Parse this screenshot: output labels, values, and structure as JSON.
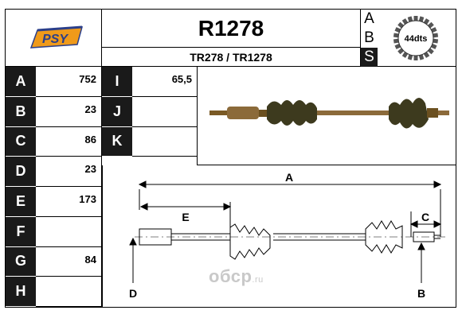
{
  "header": {
    "part_number": "R1278",
    "cross_refs": "TR278 / TR1278",
    "logo_text": "PSY",
    "abs_letters": [
      "A",
      "B",
      "S"
    ],
    "teeth_label": "44dts"
  },
  "specs": {
    "left": [
      {
        "key": "A",
        "value": "752"
      },
      {
        "key": "B",
        "value": "23"
      },
      {
        "key": "C",
        "value": "86"
      },
      {
        "key": "D",
        "value": "23"
      },
      {
        "key": "E",
        "value": "173"
      },
      {
        "key": "F",
        "value": ""
      },
      {
        "key": "G",
        "value": "84"
      },
      {
        "key": "H",
        "value": ""
      }
    ],
    "right": [
      {
        "key": "I",
        "value": "65,5"
      },
      {
        "key": "J",
        "value": ""
      },
      {
        "key": "K",
        "value": ""
      }
    ]
  },
  "diagram": {
    "labels": {
      "A": "A",
      "E": "E",
      "C": "C",
      "D": "D",
      "B": "B"
    }
  },
  "watermark": {
    "brand": "oбсp",
    "suffix": ".ru"
  },
  "colors": {
    "dark_cell": "#1a1a1a",
    "shaft": "#8b6a3a",
    "boot": "#3d3a1e"
  }
}
